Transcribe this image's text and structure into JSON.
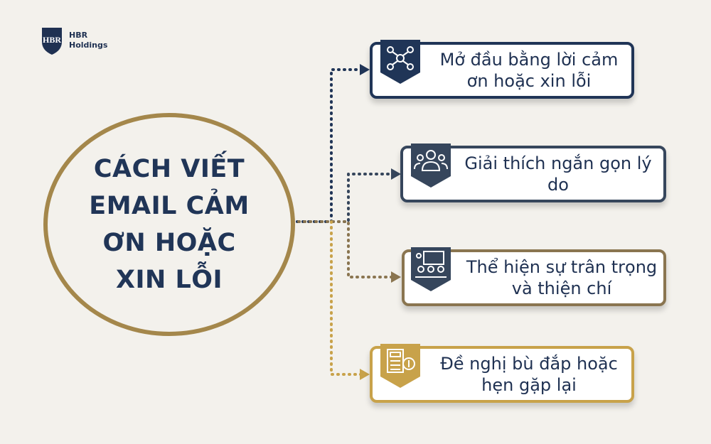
{
  "brand": {
    "monogram": "HBR",
    "name_line1": "HBR",
    "name_line2": "Holdings"
  },
  "title": "CÁCH VIẾT EMAIL CẢM ƠN HOẶC XIN LỖI",
  "steps": [
    {
      "text": "Mở đầu bằng lời cảm ơn hoặc xin lỗi",
      "icon": "network-people-icon",
      "color": "#203557"
    },
    {
      "text": "Giải thích ngắn gọn lý do",
      "icon": "group-people-icon",
      "color": "#36465c"
    },
    {
      "text": "Thể hiện sự trân trọng và thiện chí",
      "icon": "meeting-presentation-icon",
      "color": "#8a7550"
    },
    {
      "text": "Đề nghị bù đắp hoặc hẹn gặp lại",
      "icon": "calculator-money-icon",
      "color": "#c8a24a"
    }
  ],
  "colors": {
    "navy": "#203557",
    "gold": "#a4874b",
    "background": "#f3f1ec"
  }
}
